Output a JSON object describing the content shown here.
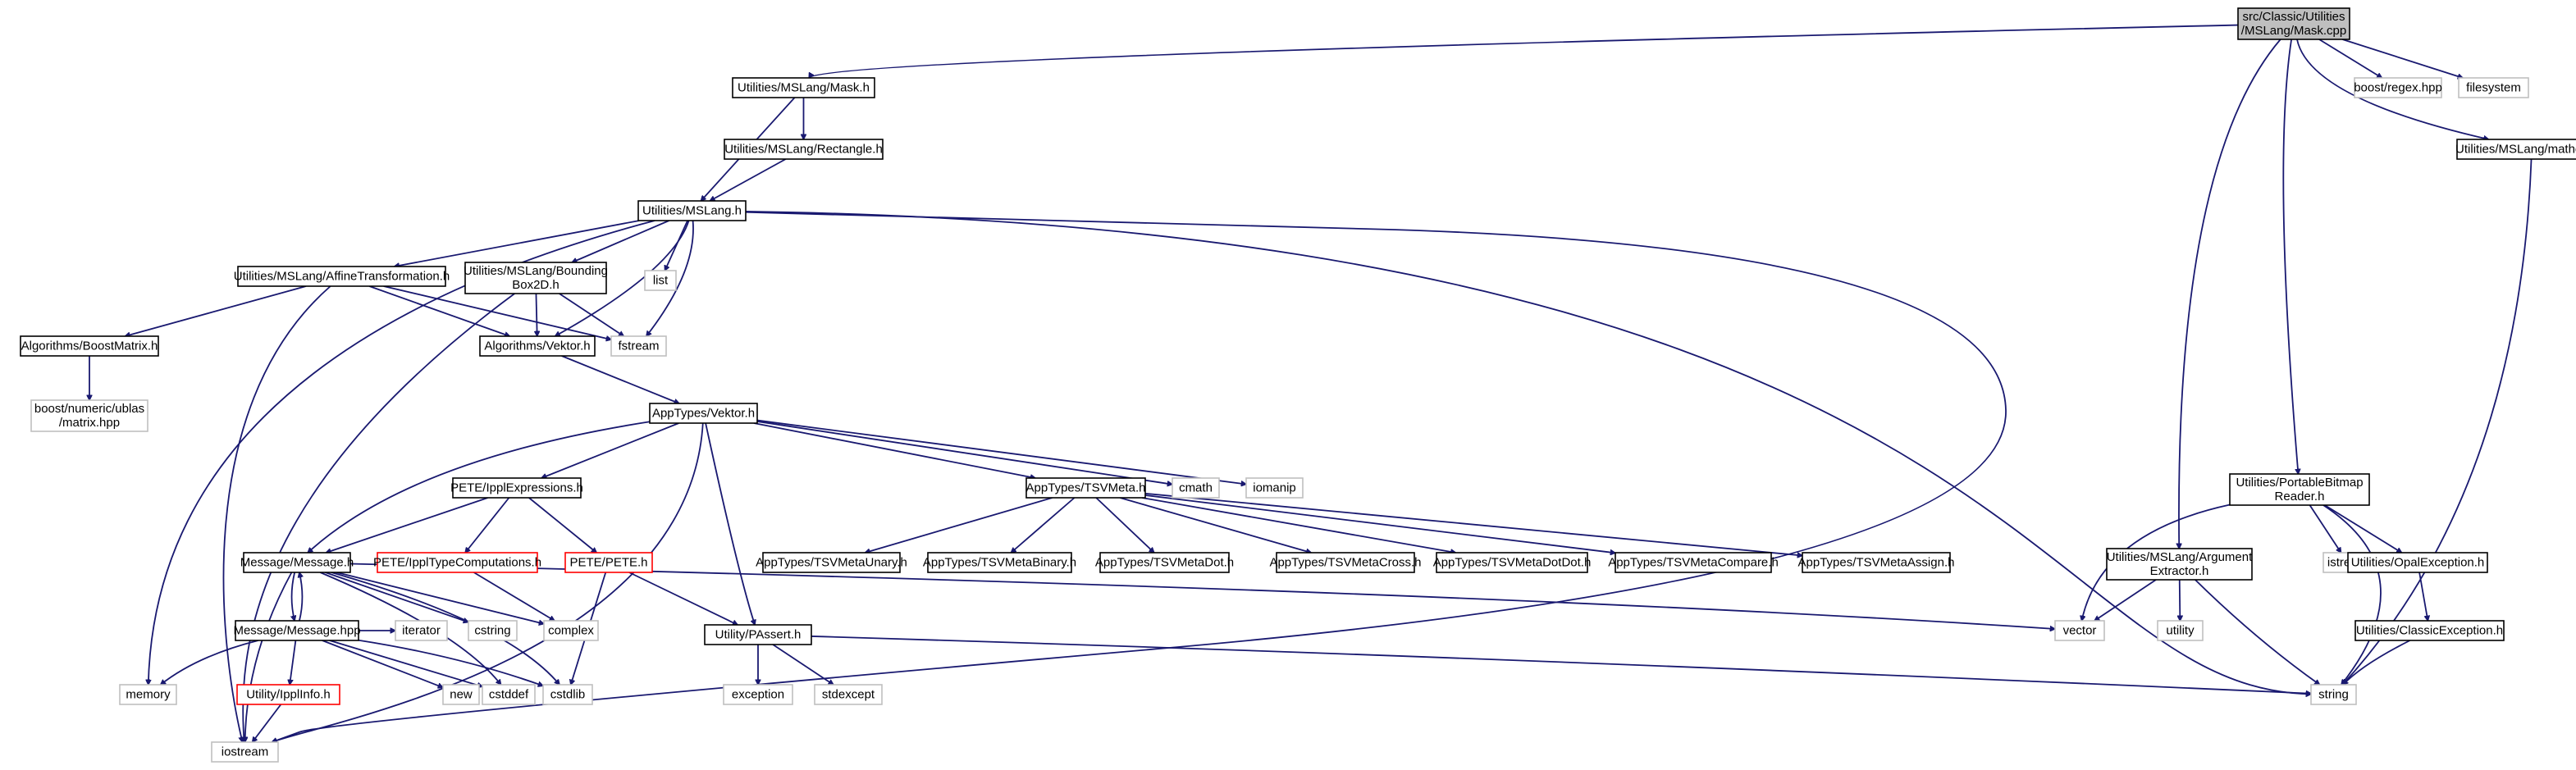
{
  "colors": {
    "edge": "#191970",
    "root_fill": "#bfbfbf",
    "root_border": "#000000",
    "documented_border": "#000000",
    "undocumented_border": "#bfbfbf",
    "truncated_border": "#ff0000",
    "node_fill": "#ffffff"
  },
  "graph": {
    "nodes": [
      {
        "id": "mask_cpp",
        "label": "src/Classic/Utilities\n/MSLang/Mask.cpp",
        "kind": "root"
      },
      {
        "id": "mask_h",
        "label": "Utilities/MSLang/Mask.h",
        "kind": "documented"
      },
      {
        "id": "boost_regex",
        "label": "boost/regex.hpp",
        "kind": "external"
      },
      {
        "id": "filesystem",
        "label": "filesystem",
        "kind": "external"
      },
      {
        "id": "matheval",
        "label": "Utilities/MSLang/matheval.h",
        "kind": "documented"
      },
      {
        "id": "rectangle",
        "label": "Utilities/MSLang/Rectangle.h",
        "kind": "documented"
      },
      {
        "id": "mslang",
        "label": "Utilities/MSLang.h",
        "kind": "documented"
      },
      {
        "id": "affine",
        "label": "Utilities/MSLang/AffineTransformation.h",
        "kind": "documented"
      },
      {
        "id": "bbox",
        "label": "Utilities/MSLang/Bounding\nBox2D.h",
        "kind": "documented"
      },
      {
        "id": "list",
        "label": "list",
        "kind": "external"
      },
      {
        "id": "fstream",
        "label": "fstream",
        "kind": "external"
      },
      {
        "id": "boostmatrix",
        "label": "Algorithms/BoostMatrix.h",
        "kind": "documented"
      },
      {
        "id": "alg_vektor",
        "label": "Algorithms/Vektor.h",
        "kind": "documented"
      },
      {
        "id": "ublas",
        "label": "boost/numeric/ublas\n/matrix.hpp",
        "kind": "external"
      },
      {
        "id": "app_vektor",
        "label": "AppTypes/Vektor.h",
        "kind": "documented"
      },
      {
        "id": "pete_expr",
        "label": "PETE/IpplExpressions.h",
        "kind": "documented"
      },
      {
        "id": "tsvmeta",
        "label": "AppTypes/TSVMeta.h",
        "kind": "documented"
      },
      {
        "id": "cmath",
        "label": "cmath",
        "kind": "external"
      },
      {
        "id": "iomanip",
        "label": "iomanip",
        "kind": "external"
      },
      {
        "id": "message_h",
        "label": "Message/Message.h",
        "kind": "documented"
      },
      {
        "id": "ippl_typecomp",
        "label": "PETE/IpplTypeComputations.h",
        "kind": "truncated"
      },
      {
        "id": "pete_h",
        "label": "PETE/PETE.h",
        "kind": "truncated"
      },
      {
        "id": "tsv_unary",
        "label": "AppTypes/TSVMetaUnary.h",
        "kind": "documented"
      },
      {
        "id": "tsv_binary",
        "label": "AppTypes/TSVMetaBinary.h",
        "kind": "documented"
      },
      {
        "id": "tsv_dot",
        "label": "AppTypes/TSVMetaDot.h",
        "kind": "documented"
      },
      {
        "id": "tsv_cross",
        "label": "AppTypes/TSVMetaCross.h",
        "kind": "documented"
      },
      {
        "id": "tsv_dotdot",
        "label": "AppTypes/TSVMetaDotDot.h",
        "kind": "documented"
      },
      {
        "id": "tsv_compare",
        "label": "AppTypes/TSVMetaCompare.h",
        "kind": "documented"
      },
      {
        "id": "tsv_assign",
        "label": "AppTypes/TSVMetaAssign.h",
        "kind": "documented"
      },
      {
        "id": "portable_bitmap",
        "label": "Utilities/PortableBitmap\nReader.h",
        "kind": "documented"
      },
      {
        "id": "arg_extractor",
        "label": "Utilities/MSLang/Argument\nExtractor.h",
        "kind": "documented"
      },
      {
        "id": "istream",
        "label": "istream",
        "kind": "external"
      },
      {
        "id": "opal_exc",
        "label": "Utilities/OpalException.h",
        "kind": "documented"
      },
      {
        "id": "classic_exc",
        "label": "Utilities/ClassicException.h",
        "kind": "documented"
      },
      {
        "id": "message_hpp",
        "label": "Message/Message.hpp",
        "kind": "documented"
      },
      {
        "id": "cstring",
        "label": "cstring",
        "kind": "external"
      },
      {
        "id": "complex",
        "label": "complex",
        "kind": "external"
      },
      {
        "id": "passert",
        "label": "Utility/PAssert.h",
        "kind": "documented"
      },
      {
        "id": "vector",
        "label": "vector",
        "kind": "external"
      },
      {
        "id": "utility",
        "label": "utility",
        "kind": "external"
      },
      {
        "id": "memory",
        "label": "memory",
        "kind": "external"
      },
      {
        "id": "ippl_info",
        "label": "Utility/IpplInfo.h",
        "kind": "truncated"
      },
      {
        "id": "iterator",
        "label": "iterator",
        "kind": "external"
      },
      {
        "id": "new",
        "label": "new",
        "kind": "external"
      },
      {
        "id": "cstddef",
        "label": "cstddef",
        "kind": "external"
      },
      {
        "id": "cstdlib",
        "label": "cstdlib",
        "kind": "external"
      },
      {
        "id": "exception",
        "label": "exception",
        "kind": "external"
      },
      {
        "id": "stdexcept",
        "label": "stdexcept",
        "kind": "external"
      },
      {
        "id": "string",
        "label": "string",
        "kind": "external"
      },
      {
        "id": "iostream",
        "label": "iostream",
        "kind": "external"
      }
    ],
    "edges": [
      [
        "mask_cpp",
        "mask_h"
      ],
      [
        "mask_cpp",
        "boost_regex"
      ],
      [
        "mask_cpp",
        "filesystem"
      ],
      [
        "mask_cpp",
        "matheval"
      ],
      [
        "mask_cpp",
        "portable_bitmap"
      ],
      [
        "mask_cpp",
        "arg_extractor"
      ],
      [
        "mask_h",
        "rectangle"
      ],
      [
        "mask_h",
        "mslang"
      ],
      [
        "rectangle",
        "mslang"
      ],
      [
        "mslang",
        "affine"
      ],
      [
        "mslang",
        "bbox"
      ],
      [
        "mslang",
        "list"
      ],
      [
        "mslang",
        "fstream"
      ],
      [
        "mslang",
        "alg_vektor"
      ],
      [
        "mslang",
        "memory"
      ],
      [
        "mslang",
        "iostream"
      ],
      [
        "mslang",
        "string"
      ],
      [
        "affine",
        "boostmatrix"
      ],
      [
        "affine",
        "alg_vektor"
      ],
      [
        "affine",
        "fstream"
      ],
      [
        "affine",
        "iostream"
      ],
      [
        "bbox",
        "alg_vektor"
      ],
      [
        "bbox",
        "fstream"
      ],
      [
        "bbox",
        "iostream"
      ],
      [
        "boostmatrix",
        "ublas"
      ],
      [
        "alg_vektor",
        "app_vektor"
      ],
      [
        "app_vektor",
        "pete_expr"
      ],
      [
        "app_vektor",
        "tsvmeta"
      ],
      [
        "app_vektor",
        "cmath"
      ],
      [
        "app_vektor",
        "iomanip"
      ],
      [
        "app_vektor",
        "message_h"
      ],
      [
        "app_vektor",
        "passert"
      ],
      [
        "app_vektor",
        "iostream"
      ],
      [
        "pete_expr",
        "message_h"
      ],
      [
        "pete_expr",
        "ippl_typecomp"
      ],
      [
        "pete_expr",
        "pete_h"
      ],
      [
        "ippl_typecomp",
        "complex"
      ],
      [
        "pete_h",
        "passert"
      ],
      [
        "pete_h",
        "cstdlib"
      ],
      [
        "tsvmeta",
        "tsv_unary"
      ],
      [
        "tsvmeta",
        "tsv_binary"
      ],
      [
        "tsvmeta",
        "tsv_dot"
      ],
      [
        "tsvmeta",
        "tsv_cross"
      ],
      [
        "tsvmeta",
        "tsv_dotdot"
      ],
      [
        "tsvmeta",
        "tsv_compare"
      ],
      [
        "tsvmeta",
        "tsv_assign"
      ],
      [
        "message_h",
        "message_hpp"
      ],
      [
        "message_h",
        "cstring"
      ],
      [
        "message_h",
        "complex"
      ],
      [
        "message_h",
        "cstddef"
      ],
      [
        "message_h",
        "cstdlib"
      ],
      [
        "message_h",
        "vector"
      ],
      [
        "message_h",
        "iostream"
      ],
      [
        "message_hpp",
        "message_h"
      ],
      [
        "message_hpp",
        "memory"
      ],
      [
        "message_hpp",
        "ippl_info"
      ],
      [
        "message_hpp",
        "iterator"
      ],
      [
        "message_hpp",
        "new"
      ],
      [
        "message_hpp",
        "cstddef"
      ],
      [
        "message_hpp",
        "cstdlib"
      ],
      [
        "ippl_info",
        "iostream"
      ],
      [
        "passert",
        "exception"
      ],
      [
        "passert",
        "stdexcept"
      ],
      [
        "passert",
        "string"
      ],
      [
        "portable_bitmap",
        "vector"
      ],
      [
        "portable_bitmap",
        "istream"
      ],
      [
        "portable_bitmap",
        "opal_exc"
      ],
      [
        "portable_bitmap",
        "string"
      ],
      [
        "arg_extractor",
        "vector"
      ],
      [
        "arg_extractor",
        "utility"
      ],
      [
        "arg_extractor",
        "string"
      ],
      [
        "opal_exc",
        "classic_exc"
      ],
      [
        "classic_exc",
        "string"
      ],
      [
        "matheval",
        "string"
      ]
    ]
  }
}
